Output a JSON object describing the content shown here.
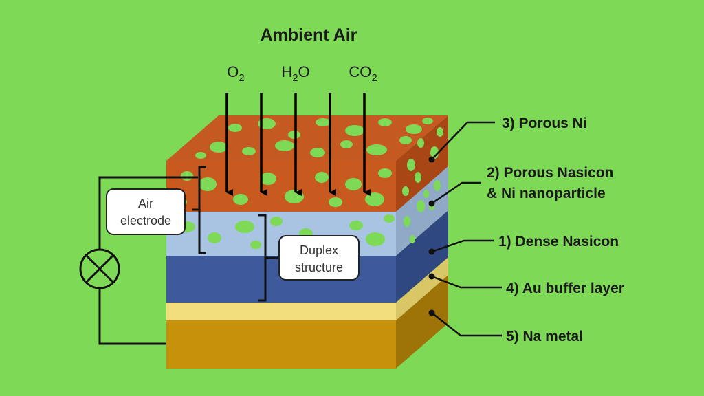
{
  "title": "Ambient Air",
  "gases": [
    {
      "base": "O",
      "sub": "2",
      "tail": ""
    },
    {
      "base": "H",
      "sub": "2",
      "tail": "O"
    },
    {
      "base": "CO",
      "sub": "2",
      "tail": ""
    }
  ],
  "boxes": {
    "air_electrode": [
      "Air",
      "electrode"
    ],
    "duplex": [
      "Duplex",
      "structure"
    ]
  },
  "labels": {
    "porous_ni": "3) Porous Ni",
    "nasicon_line1": "2) Porous Nasicon",
    "nasicon_line2": "& Ni nanoparticle",
    "dense": "1) Dense Nasicon",
    "au": "4) Au buffer layer",
    "na": "5) Na metal"
  },
  "colors": {
    "background": "#7ed957",
    "porous_ni": "#c8591f",
    "porous_nasicon": "#a9c4e2",
    "dense_nasicon": "#3e5a9a",
    "au_buffer": "#f2df7c",
    "na_metal": "#c7920b",
    "pores": "#7ed957"
  }
}
